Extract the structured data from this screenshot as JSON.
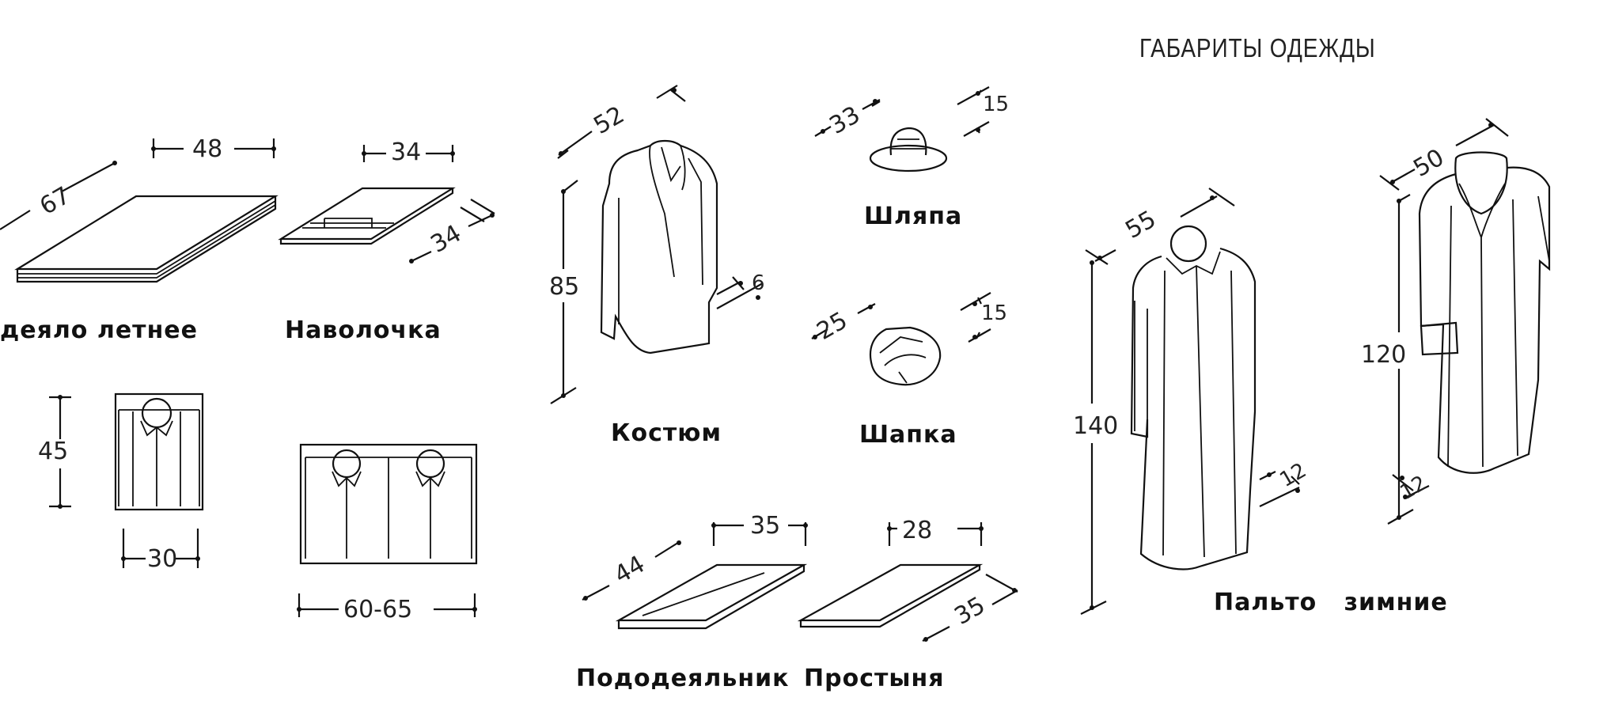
{
  "title": "ГАБАРИТЫ ОДЕЖДЫ",
  "items": {
    "blanket": {
      "label": "деяло летнее",
      "dims": [
        "67",
        "48"
      ]
    },
    "pillowcase": {
      "label": "Наволочка",
      "dims": [
        "34",
        "34"
      ]
    },
    "shirt": {
      "dims": [
        "45",
        "30"
      ]
    },
    "shirts_pair": {
      "dims": [
        "60-65"
      ]
    },
    "suit": {
      "label": "Костюм",
      "dims": [
        "52",
        "85",
        "6"
      ]
    },
    "hat": {
      "label": "Шляпа",
      "dims": [
        "33",
        "15"
      ]
    },
    "cap": {
      "label": "Шапка",
      "dims": [
        "25",
        "15"
      ]
    },
    "duvet_cover": {
      "label": "Пододеяльник",
      "dims": [
        "44",
        "35"
      ]
    },
    "sheet": {
      "label": "Простыня",
      "dims": [
        "28",
        "35"
      ]
    },
    "coat_left": {
      "dims": [
        "55",
        "140",
        "12"
      ]
    },
    "coat_right": {
      "dims": [
        "50",
        "120",
        "12"
      ]
    },
    "coats_label": "Пальто   зимние"
  }
}
